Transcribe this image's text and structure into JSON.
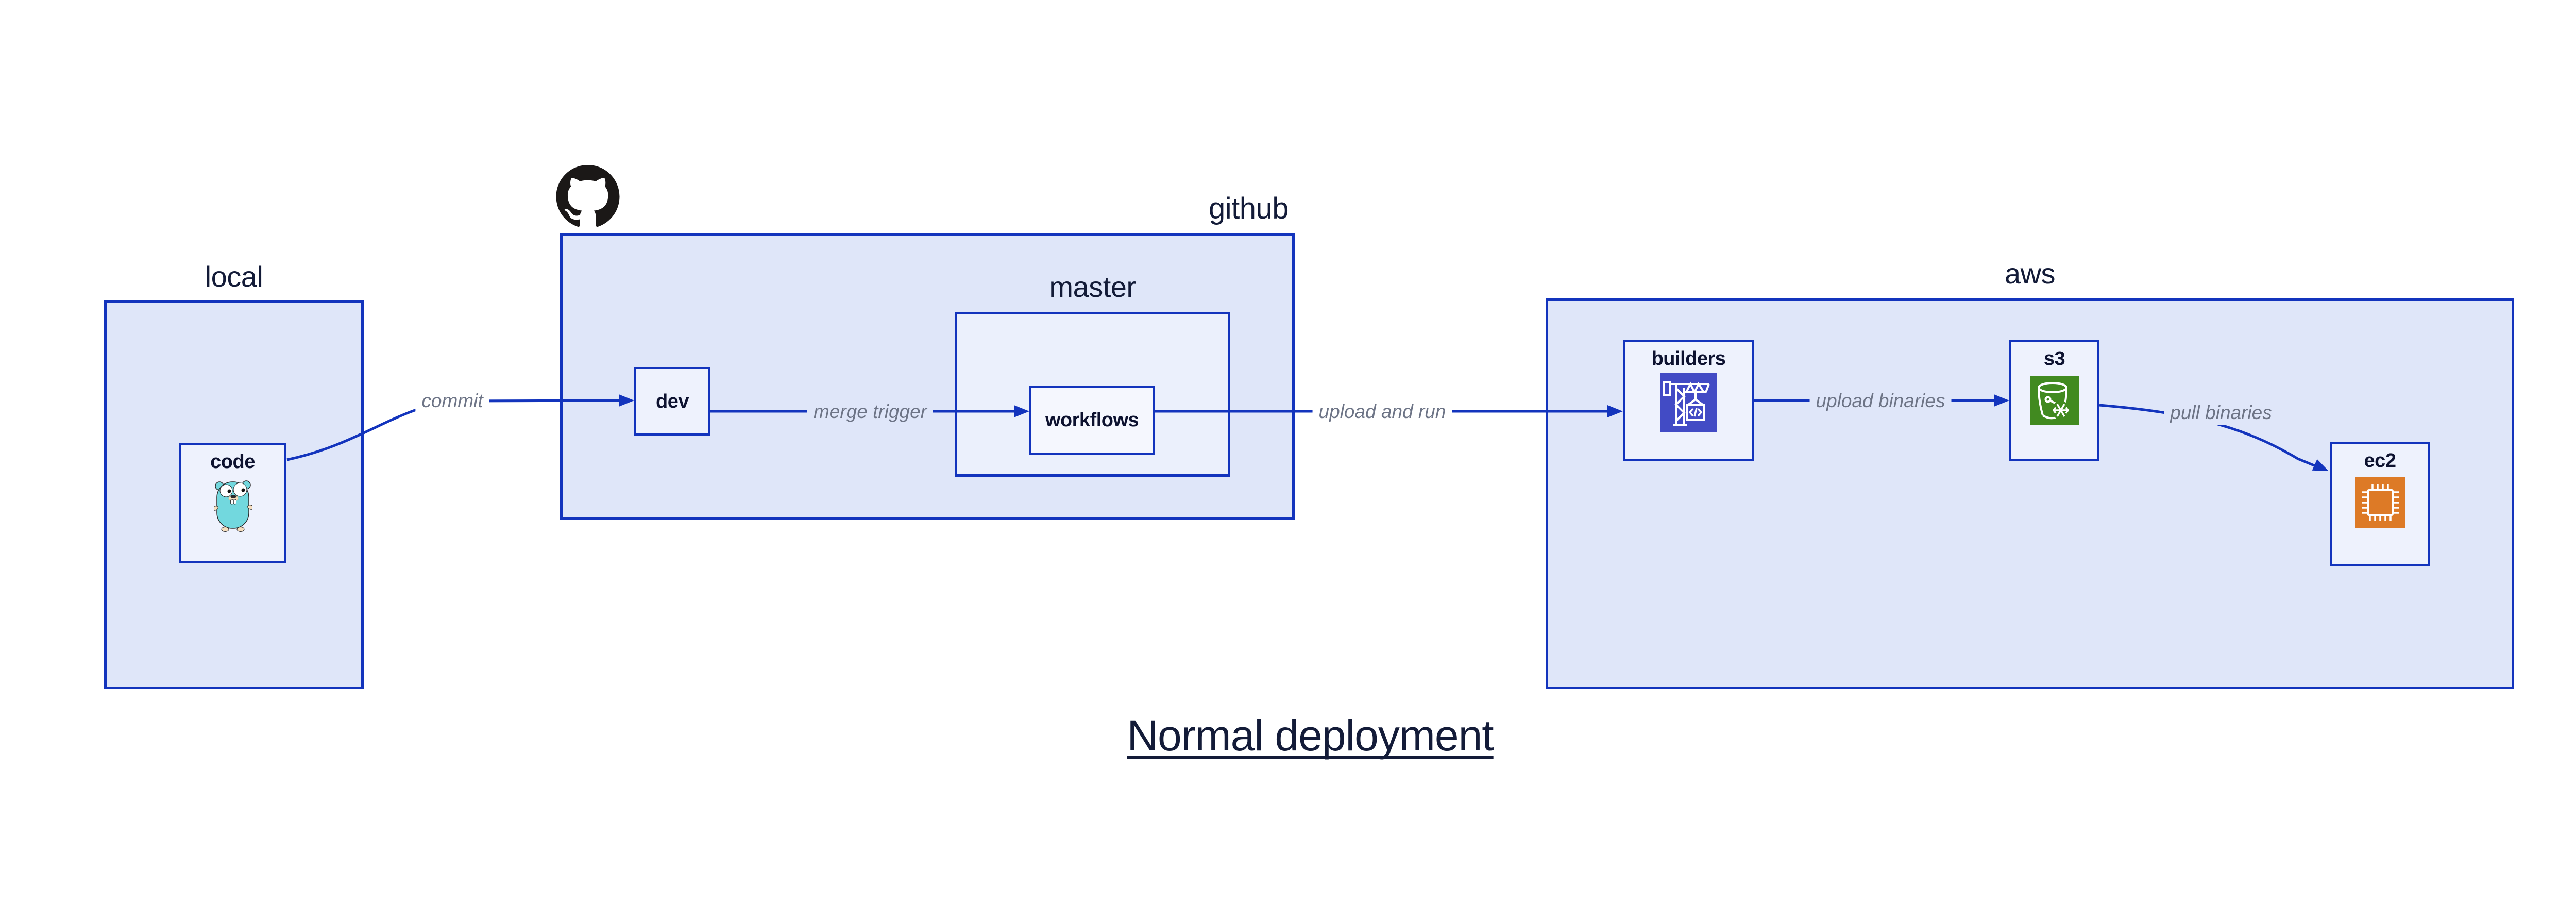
{
  "diagram": {
    "title": "Normal deployment",
    "containers": {
      "local": {
        "label": "local"
      },
      "github": {
        "label": "github"
      },
      "master": {
        "label": "master"
      },
      "aws": {
        "label": "aws"
      }
    },
    "nodes": {
      "code": {
        "label": "code",
        "icon": "go-gopher-icon"
      },
      "dev": {
        "label": "dev"
      },
      "workflows": {
        "label": "workflows"
      },
      "builders": {
        "label": "builders",
        "icon": "crane-build-icon"
      },
      "s3": {
        "label": "s3",
        "icon": "s3-bucket-icon"
      },
      "ec2": {
        "label": "ec2",
        "icon": "ec2-chip-icon"
      }
    },
    "edges": {
      "commit": {
        "label": "commit"
      },
      "merge_trigger": {
        "label": "merge trigger"
      },
      "upload_and_run": {
        "label": "upload and run"
      },
      "upload_binaries": {
        "label": "upload binaries"
      },
      "pull_binaries": {
        "label": "pull binaries"
      }
    },
    "icons": {
      "github_logo": "github-octocat-icon"
    },
    "colors": {
      "stroke_blue": "#1334bd",
      "container_fill": "#dfe6f9",
      "master_fill": "#ebf0fc",
      "node_fill": "#eef2fd",
      "workflows_fill": "#f5f7fe",
      "label_navy": "#131b38",
      "edge_label_gray": "#6d7486",
      "builders_icon_bg": "#424bc5",
      "s3_icon_bg": "#418a20",
      "ec2_icon_bg": "#dd7a26",
      "octocat_black": "#1b1817",
      "gopher_teal": "#72d8de"
    }
  }
}
